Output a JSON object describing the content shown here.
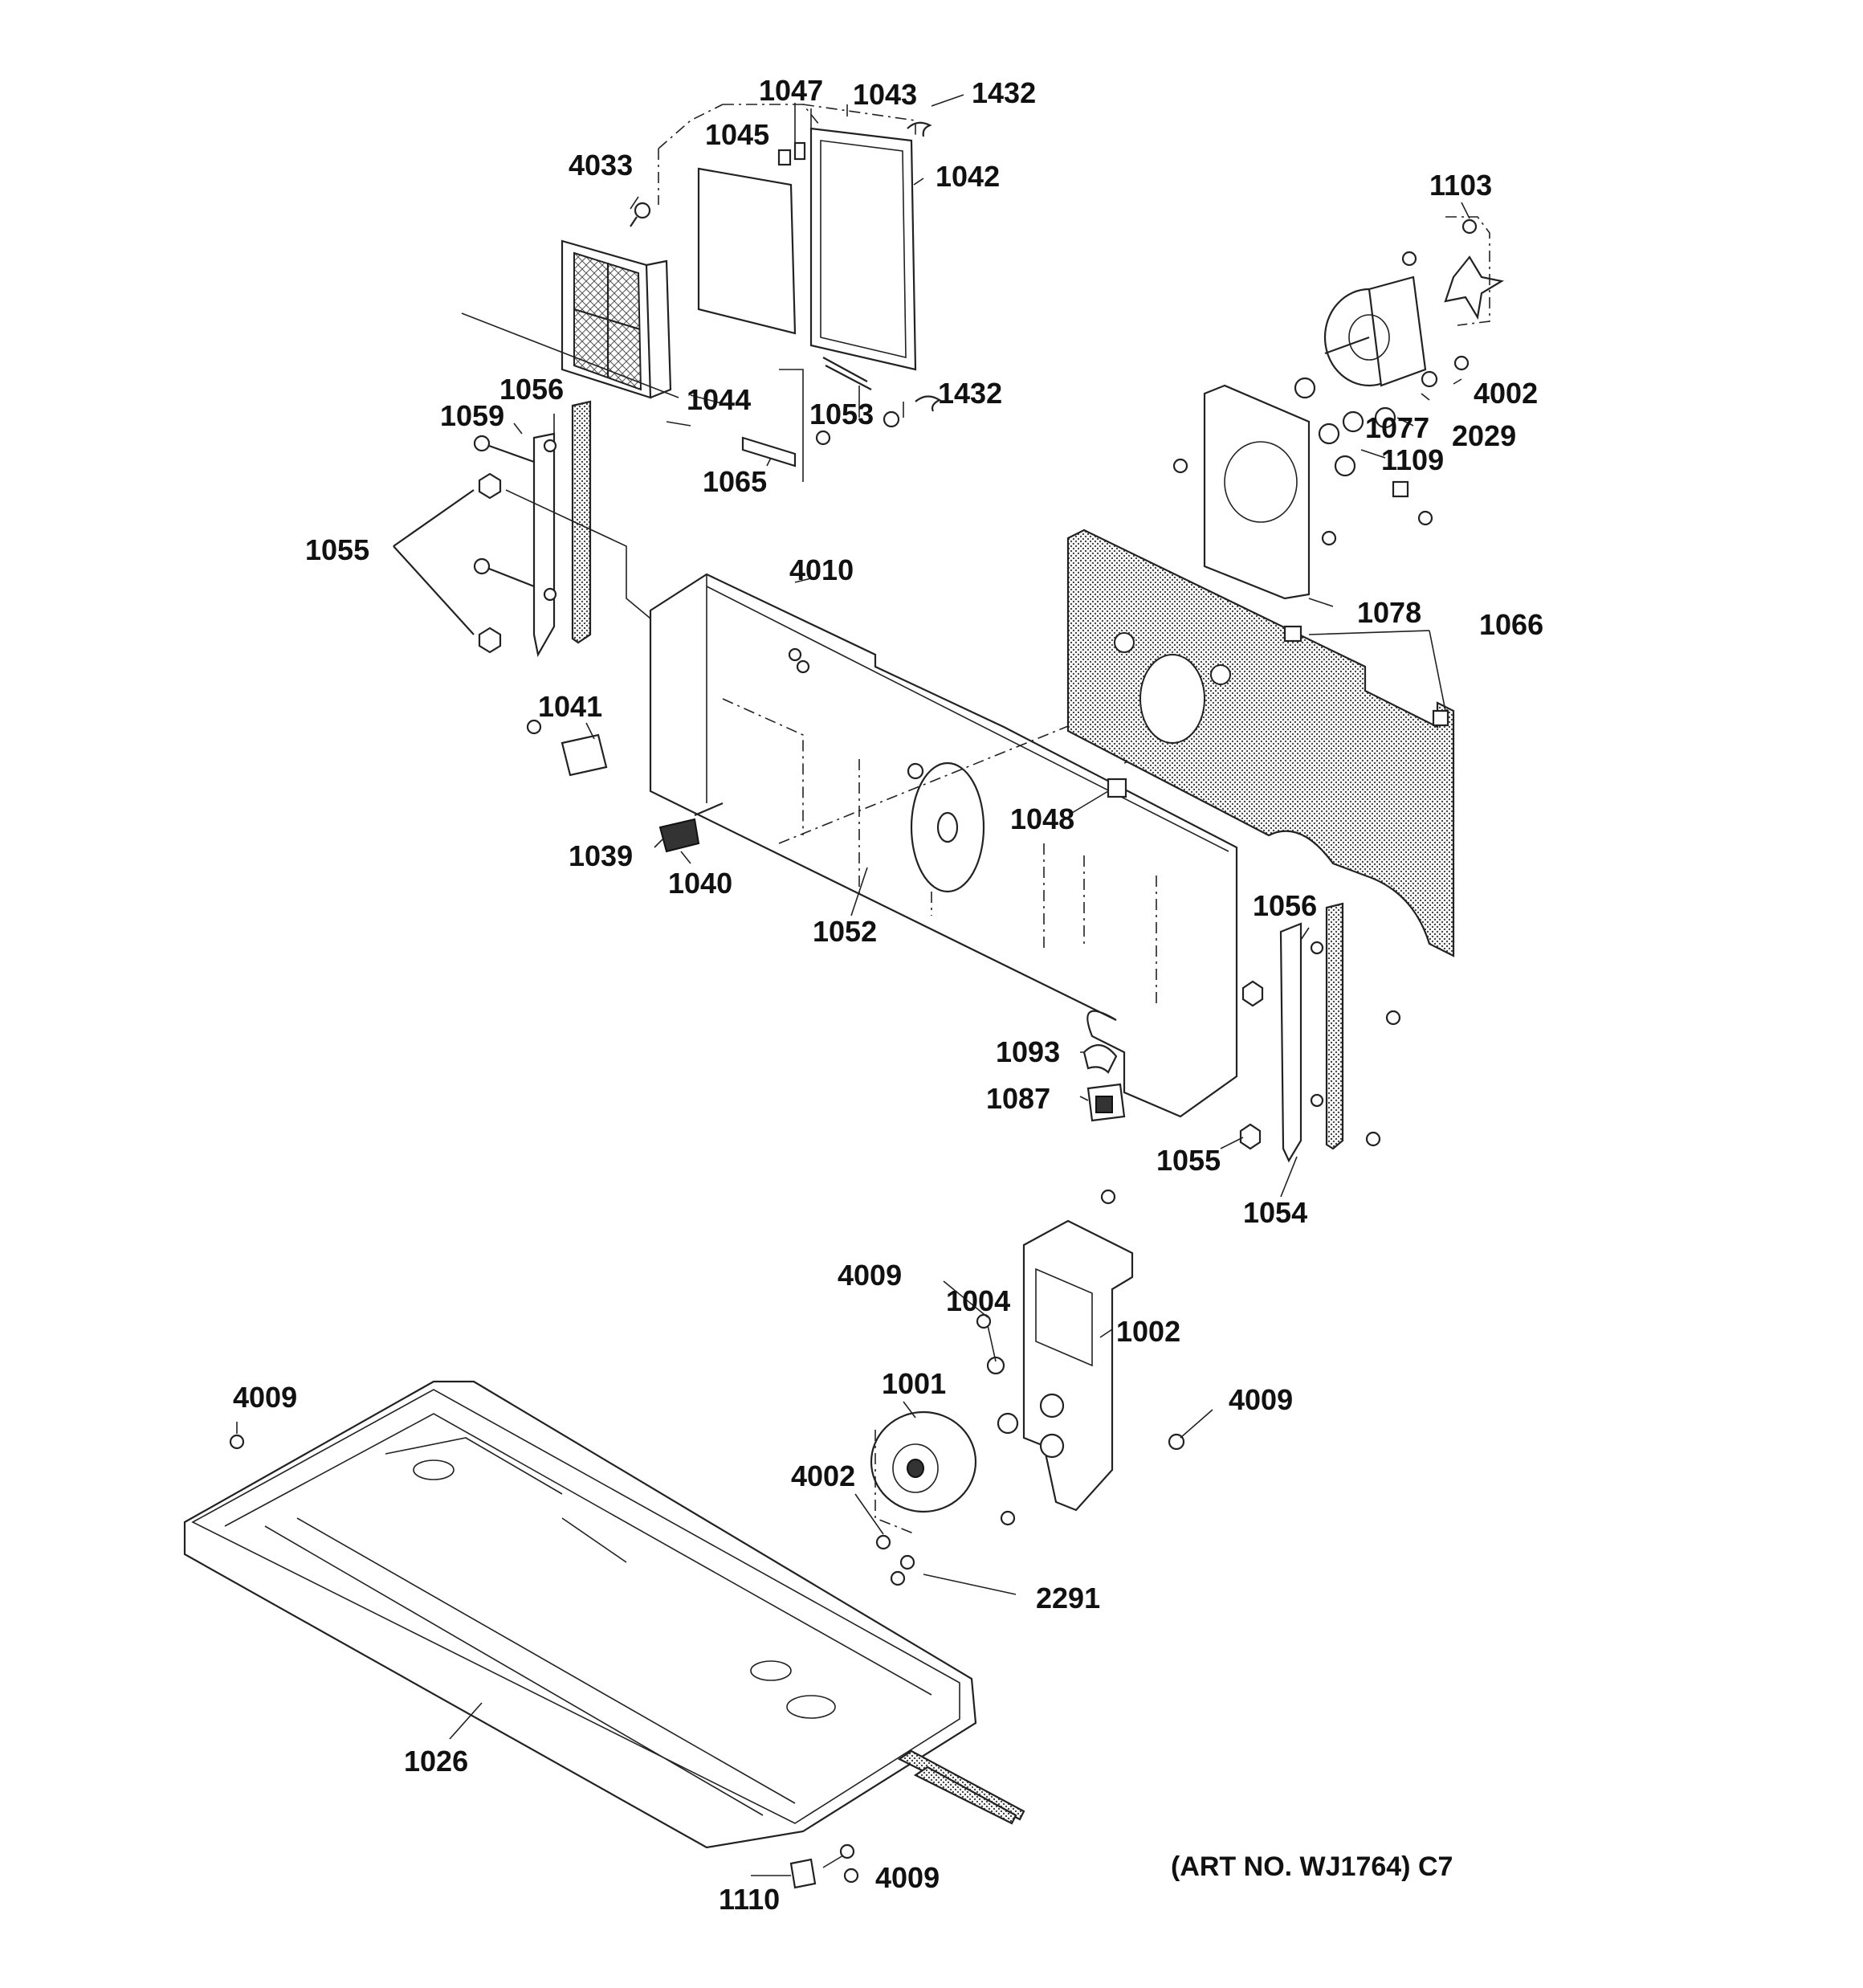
{
  "art_number": "(ART NO. WJ1764) C7",
  "parts": [
    {
      "id": "p1047",
      "text": "1047"
    },
    {
      "id": "p1043",
      "text": "1043"
    },
    {
      "id": "p1432a",
      "text": "1432"
    },
    {
      "id": "p1045",
      "text": "1045"
    },
    {
      "id": "p1042",
      "text": "1042"
    },
    {
      "id": "p4033",
      "text": "4033"
    },
    {
      "id": "p1103",
      "text": "1103"
    },
    {
      "id": "p1044",
      "text": "1044"
    },
    {
      "id": "p1053",
      "text": "1053"
    },
    {
      "id": "p1432b",
      "text": "1432"
    },
    {
      "id": "p4002a",
      "text": "4002"
    },
    {
      "id": "p1056a",
      "text": "1056"
    },
    {
      "id": "p1059",
      "text": "1059"
    },
    {
      "id": "p1077",
      "text": "1077"
    },
    {
      "id": "p2029",
      "text": "2029"
    },
    {
      "id": "p1109",
      "text": "1109"
    },
    {
      "id": "p1065",
      "text": "1065"
    },
    {
      "id": "p1055a",
      "text": "1055"
    },
    {
      "id": "p4010",
      "text": "4010"
    },
    {
      "id": "p1078",
      "text": "1078"
    },
    {
      "id": "p1066",
      "text": "1066"
    },
    {
      "id": "p1041",
      "text": "1041"
    },
    {
      "id": "p1048",
      "text": "1048"
    },
    {
      "id": "p1039",
      "text": "1039"
    },
    {
      "id": "p1040",
      "text": "1040"
    },
    {
      "id": "p1056b",
      "text": "1056"
    },
    {
      "id": "p1052",
      "text": "1052"
    },
    {
      "id": "p1093",
      "text": "1093"
    },
    {
      "id": "p1087",
      "text": "1087"
    },
    {
      "id": "p1055b",
      "text": "1055"
    },
    {
      "id": "p1054",
      "text": "1054"
    },
    {
      "id": "p4009a",
      "text": "4009"
    },
    {
      "id": "p1004",
      "text": "1004"
    },
    {
      "id": "p1002",
      "text": "1002"
    },
    {
      "id": "p1001",
      "text": "1001"
    },
    {
      "id": "p4009b",
      "text": "4009"
    },
    {
      "id": "p4009c",
      "text": "4009"
    },
    {
      "id": "p4002b",
      "text": "4002"
    },
    {
      "id": "p2291",
      "text": "2291"
    },
    {
      "id": "p1026",
      "text": "1026"
    },
    {
      "id": "p4009d",
      "text": "4009"
    },
    {
      "id": "p1110",
      "text": "1110"
    }
  ]
}
